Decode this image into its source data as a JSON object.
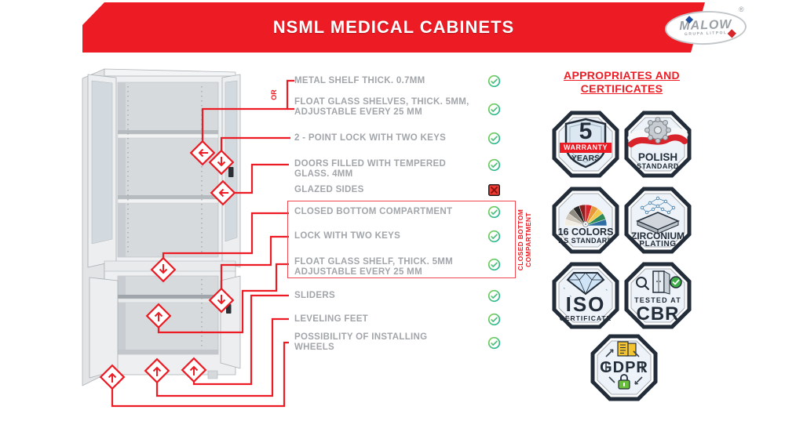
{
  "header": {
    "title": "NSML MEDICAL CABINETS",
    "logo": {
      "brand": "MALOW",
      "subtitle": "GRUPA LITPOL",
      "registered": "®"
    }
  },
  "features": {
    "or_label": "OR",
    "group_label": "CLOSED BOTTOM\nCOMPARTMENT",
    "items": [
      {
        "label": "METAL SHELF THICK. 0.7MM",
        "available": true
      },
      {
        "label": "FLOAT GLASS SHELVES, THICK. 5MM,\nADJUSTABLE EVERY 25 MM",
        "available": true
      },
      {
        "label": "2 - POINT LOCK WITH TWO KEYS",
        "available": true
      },
      {
        "label": "DOORS FILLED WITH TEMPERED\nGLASS. 4MM",
        "available": true
      },
      {
        "label": "GLAZED SIDES",
        "available": false
      },
      {
        "label": "CLOSED BOTTOM COMPARTMENT",
        "available": true
      },
      {
        "label": "LOCK WITH TWO KEYS",
        "available": true
      },
      {
        "label": "FLOAT GLASS SHELF, THICK. 5MM\nADJUSTABLE EVERY 25 MM",
        "available": true
      },
      {
        "label": "SLIDERS",
        "available": true
      },
      {
        "label": "LEVELING FEET",
        "available": true
      },
      {
        "label": "POSSIBILITY OF INSTALLING\nWHEELS",
        "available": true
      }
    ]
  },
  "certificates": {
    "title_line1": "APPROPRIATES AND",
    "title_line2": "CERTIFICATES",
    "warranty": {
      "value": "5",
      "band": "WARRANTY",
      "caption": "YEARS"
    },
    "polish": {
      "line1": "POLISH",
      "line2": "STANDARD"
    },
    "colors16": {
      "line1": "16 COLORS",
      "line2": "AS STANDARD"
    },
    "zirconium": {
      "line1": "ZIRCONIUM",
      "line2": "PLATING"
    },
    "iso": {
      "line1": "ISO",
      "line2": "CERTIFICATE"
    },
    "cbr": {
      "line1": "TESTED AT",
      "line2": "CBR"
    },
    "gdpr": {
      "line1": "GDPR"
    }
  },
  "colors": {
    "accent_red": "#ec1b24",
    "check_green": "#86d14e",
    "check_teal": "#17b3a0",
    "cross_red": "#f13c34",
    "badge_navy": "#232d39"
  }
}
